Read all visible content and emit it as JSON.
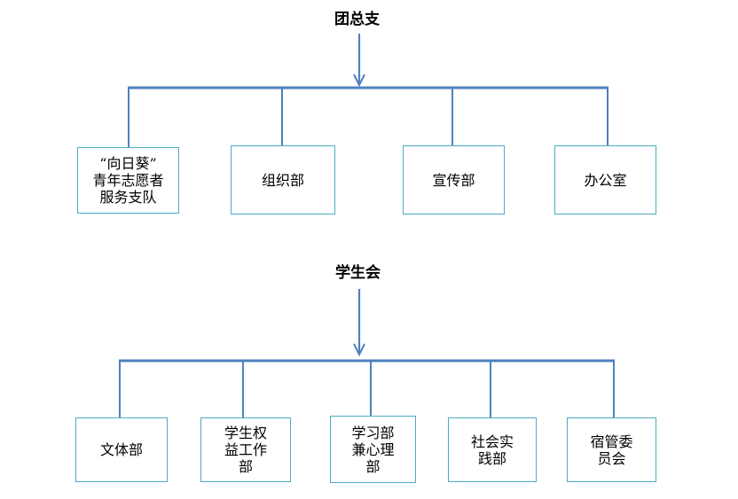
{
  "league_branch": {
    "title": "团总支",
    "departments": [
      {
        "lines": [
          "“向日葵”",
          "青年志愿者",
          "服务支队"
        ]
      },
      {
        "lines": [
          "组织部"
        ]
      },
      {
        "lines": [
          "宣传部"
        ]
      },
      {
        "lines": [
          "办公室"
        ]
      }
    ]
  },
  "student_union": {
    "title": "学生会",
    "departments": [
      {
        "lines": [
          "文体部"
        ]
      },
      {
        "lines": [
          "学生权",
          "益工作",
          "部"
        ]
      },
      {
        "lines": [
          "学习部",
          "兼心理",
          "部"
        ]
      },
      {
        "lines": [
          "社会实",
          "践部"
        ]
      },
      {
        "lines": [
          "宿管委",
          "员会"
        ]
      }
    ]
  },
  "colors": {
    "connector": "#4f81bd",
    "box_border": "#4bacc6"
  }
}
